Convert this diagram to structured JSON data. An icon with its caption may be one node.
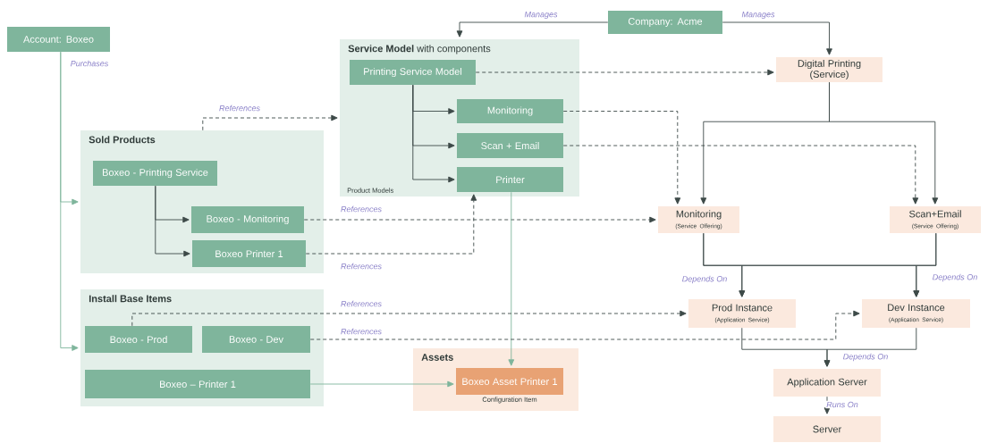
{
  "diagram": {
    "nodes": [
      {
        "text": [
          "Account: Boxeo"
        ]
      },
      {
        "text": [
          "Company: Acme"
        ]
      },
      {
        "text": [
          "**Service Model** with components",
          "Product Models"
        ]
      },
      {
        "text": [
          "Printing Service Model"
        ],
        "in": 2
      },
      {
        "text": [
          "Monitoring"
        ],
        "in": 2
      },
      {
        "text": [
          "Scan + Email"
        ],
        "in": 2
      },
      {
        "text": [
          "Printer"
        ],
        "in": 2
      },
      {
        "text": [
          "Digital Printing (Service)"
        ]
      },
      {
        "text": [
          "Sold Products"
        ]
      },
      {
        "text": [
          "Boxeo - Printing Service"
        ],
        "in": 8
      },
      {
        "text": [
          "Boxeo - Monitoring"
        ],
        "in": 8
      },
      {
        "text": [
          "Boxeo Printer 1"
        ],
        "in": 8
      },
      {
        "text": [
          "Monitoring",
          "(Service Offering)"
        ]
      },
      {
        "text": [
          "Scan+Email",
          "(Service Offering)"
        ]
      },
      {
        "text": [
          "Install Base Items"
        ]
      },
      {
        "text": [
          "Boxeo - Prod"
        ],
        "in": 14
      },
      {
        "text": [
          "Boxeo - Dev"
        ],
        "in": 14
      },
      {
        "text": [
          "Boxeo – Printer 1"
        ],
        "in": 14
      },
      {
        "text": [
          "Prod Instance",
          "(Application Service)"
        ]
      },
      {
        "text": [
          "Dev Instance",
          "(Application Service)"
        ]
      },
      {
        "text": [
          "Assets"
        ]
      },
      {
        "text": [
          "Boxeo Asset Printer 1"
        ],
        "in": 20,
        "beside": [
          "Configuration Item"
        ]
      },
      {
        "text": [
          "Application Server"
        ]
      },
      {
        "text": [
          "Server"
        ]
      }
    ],
    "edges": [
      {
        "from": 1,
        "to": 2,
        "arrow": "to",
        "label": "Manages"
      },
      {
        "from": 1,
        "to": 7,
        "arrow": "to",
        "label": "Manages"
      },
      {
        "from": 0,
        "to": 8,
        "arrow": "to",
        "label": "Purchases",
        "color": "#7fb59c"
      },
      {
        "from": 0,
        "to": 14,
        "arrow": "to",
        "color": "#7fb59c"
      },
      {
        "from": 8,
        "to": 2,
        "arrow": "to",
        "label": "References",
        "style": "dashed"
      },
      {
        "from": 3,
        "to": 4,
        "arrow": "to"
      },
      {
        "from": 3,
        "to": 5,
        "arrow": "to"
      },
      {
        "from": 3,
        "to": 6,
        "arrow": "to"
      },
      {
        "from": 3,
        "to": 7,
        "arrow": "to",
        "style": "dashed"
      },
      {
        "from": 4,
        "to": 12,
        "arrow": "to",
        "style": "dashed"
      },
      {
        "from": 5,
        "to": 13,
        "arrow": "to",
        "style": "dashed"
      },
      {
        "from": 7,
        "to": 12,
        "arrow": "to"
      },
      {
        "from": 7,
        "to": 13,
        "arrow": "to"
      },
      {
        "from": 9,
        "to": 10,
        "arrow": "to"
      },
      {
        "from": 9,
        "to": 11,
        "arrow": "to"
      },
      {
        "from": 10,
        "to": 12,
        "arrow": "to",
        "label": "References",
        "style": "dashed"
      },
      {
        "from": 11,
        "to": 6,
        "arrow": "to",
        "label": "References",
        "style": "dashed"
      },
      {
        "from": 6,
        "to": 21,
        "arrow": "to",
        "color": "#7fb59c"
      },
      {
        "from": 12,
        "to": 18,
        "arrow": "to",
        "label": "Depends On"
      },
      {
        "from": 12,
        "to": 19,
        "arrow": "to"
      },
      {
        "from": 13,
        "to": 18,
        "arrow": "to"
      },
      {
        "from": 13,
        "to": 19,
        "arrow": "to",
        "label": "Depends On"
      },
      {
        "from": 15,
        "to": 18,
        "arrow": "to",
        "label": "References",
        "style": "dashed"
      },
      {
        "from": 16,
        "to": 19,
        "arrow": "to",
        "label": "References",
        "style": "dashed"
      },
      {
        "from": 18,
        "to": 22,
        "arrow": "to"
      },
      {
        "from": 19,
        "to": 22,
        "arrow": "to",
        "label": "Depends On"
      },
      {
        "from": 22,
        "to": 23,
        "arrow": "to",
        "label": "Runs On"
      },
      {
        "from": 17,
        "to": 21,
        "arrow": "to",
        "color": "#7fb59c"
      }
    ]
  }
}
